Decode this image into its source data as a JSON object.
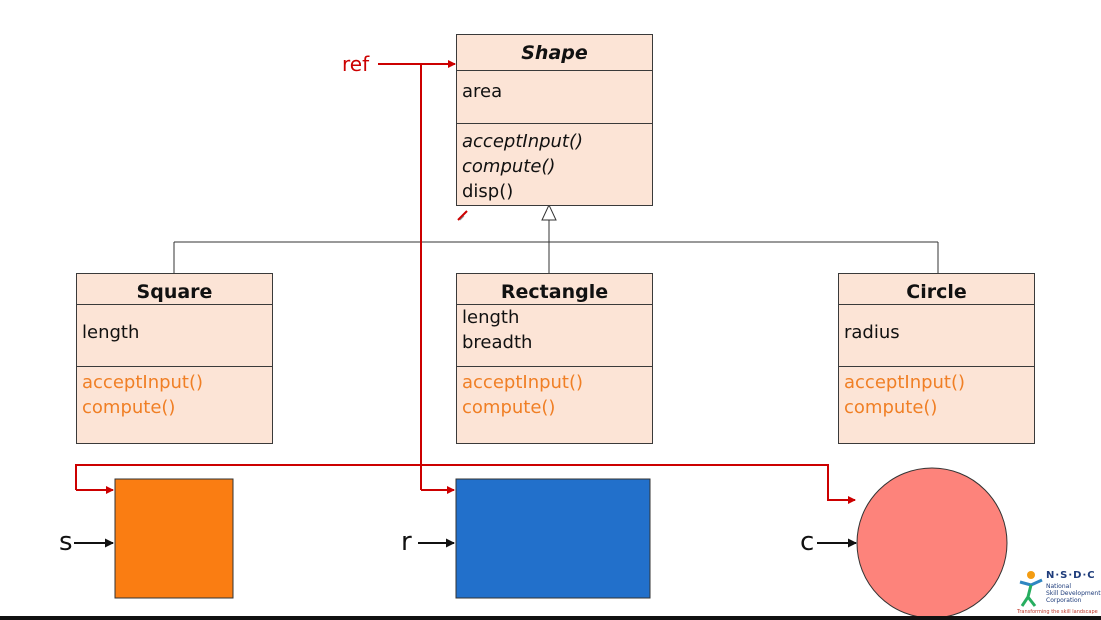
{
  "shape": {
    "name": "Shape",
    "attributes": [
      "area"
    ],
    "operations": [
      "acceptInput()",
      "compute()",
      "disp()"
    ]
  },
  "square": {
    "name": "Square",
    "attributes": [
      "length"
    ],
    "operations": [
      "acceptInput()",
      "compute()"
    ]
  },
  "rectangle": {
    "name": "Rectangle",
    "attributes": [
      "length",
      "breadth"
    ],
    "operations": [
      "acceptInput()",
      "compute()"
    ]
  },
  "circle": {
    "name": "Circle",
    "attributes": [
      "radius"
    ],
    "operations": [
      "acceptInput()",
      "compute()"
    ]
  },
  "refs": {
    "ref": "ref",
    "s": "s",
    "r": "r",
    "c": "c"
  },
  "logo": {
    "title": "N·S·D·C",
    "line1": "National",
    "line2": "Skill Development",
    "line3": "Corporation",
    "tagline": "Transforming the skill landscape"
  },
  "colors": {
    "box_fill": "#fce4d6",
    "override_text": "#f07f25",
    "ref_line": "#cc0000",
    "square_obj": "#fa7d12",
    "rect_obj": "#2270cb",
    "circle_obj": "#fd837b"
  }
}
